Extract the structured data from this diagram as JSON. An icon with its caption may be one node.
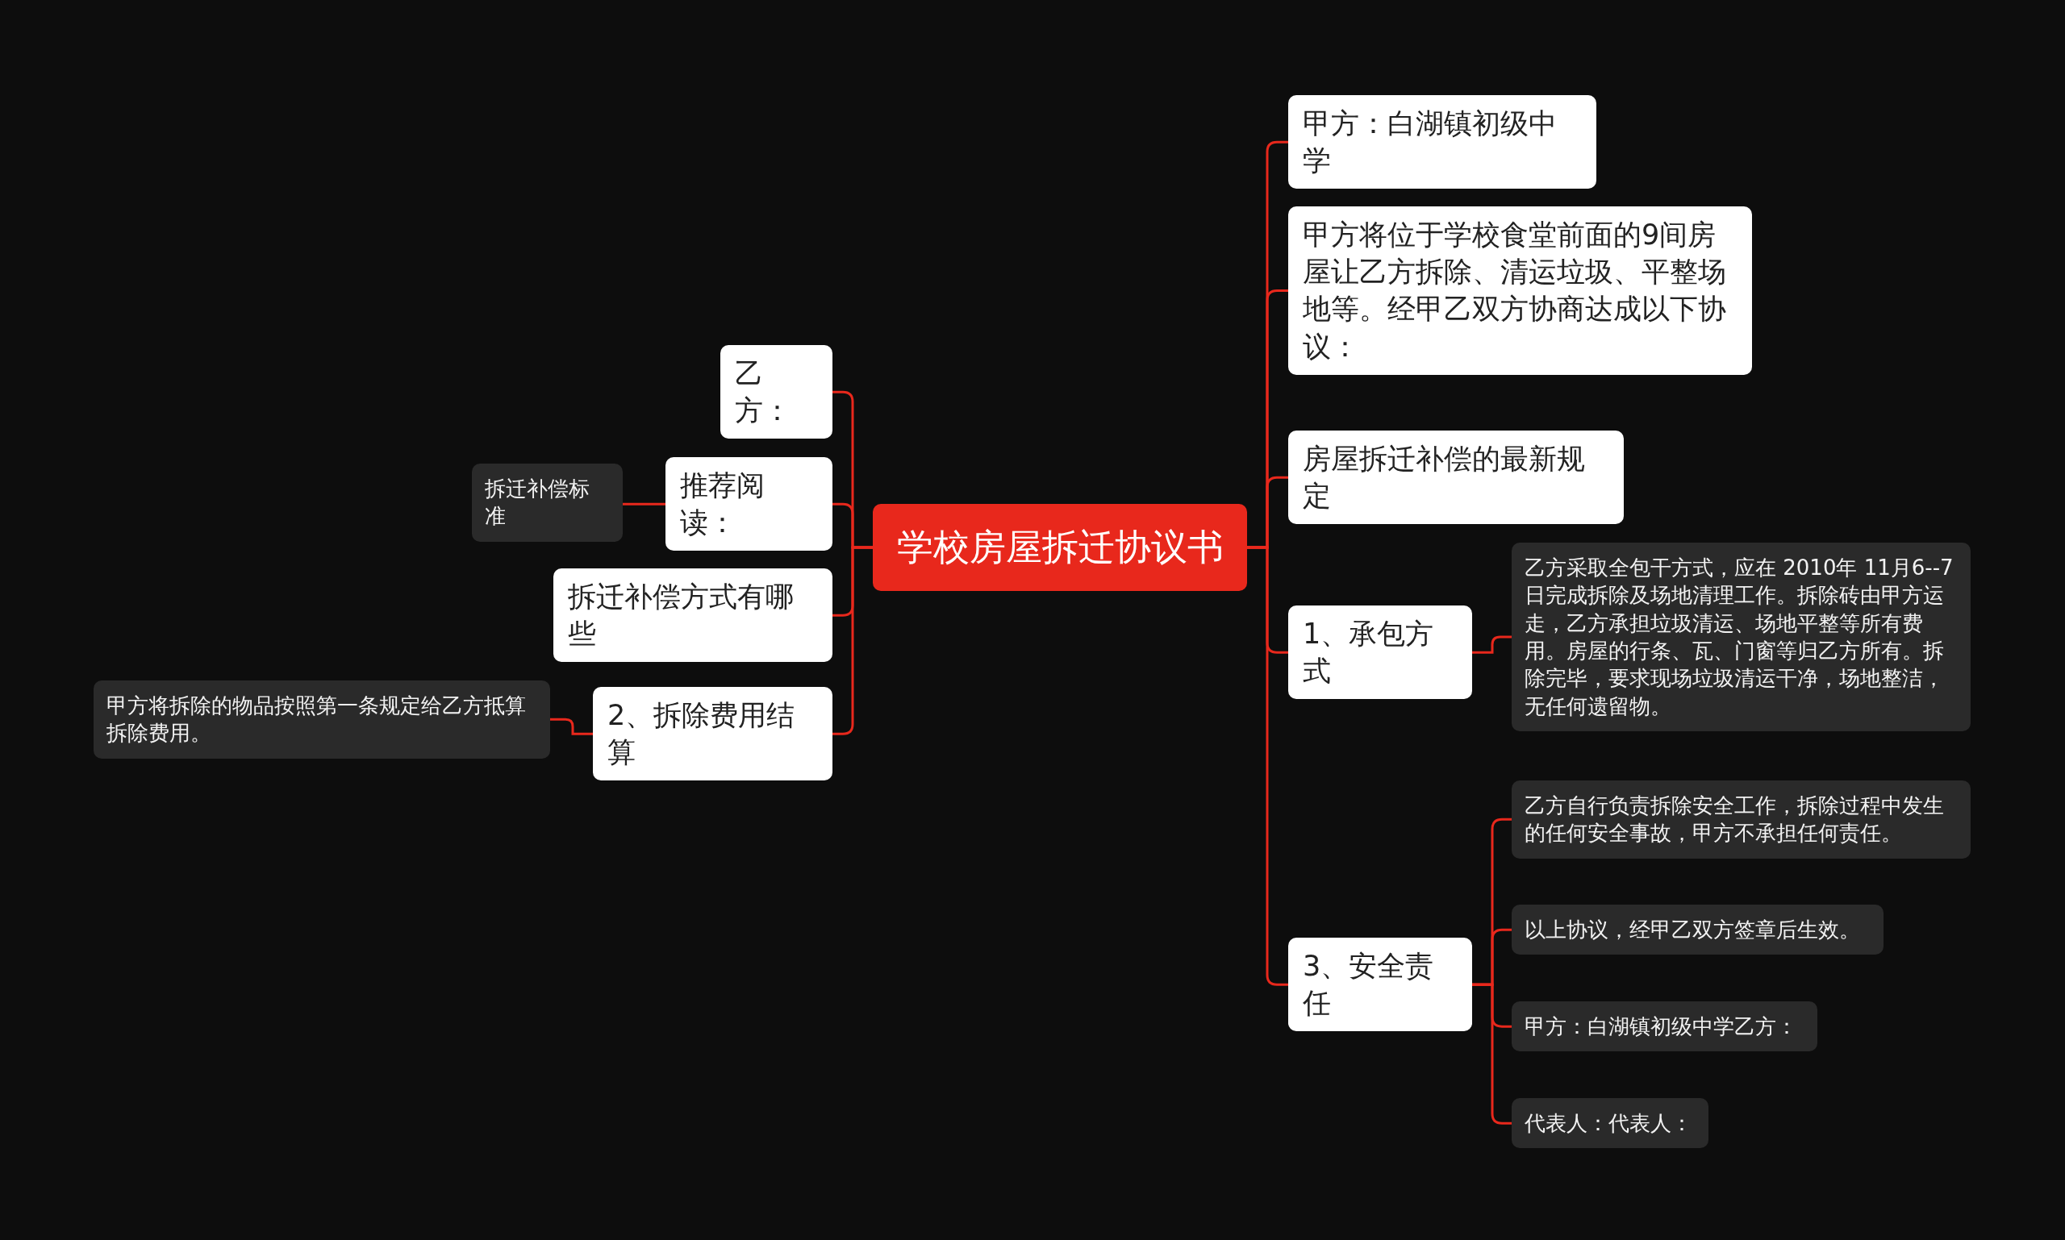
{
  "diagram": {
    "nodes": [
      {
        "text": [
          "学校房屋拆迁协议书"
        ]
      },
      {
        "text": [
          "甲方：白湖镇初级中学"
        ]
      },
      {
        "text": [
          "甲方将位于学校食堂前面的9间房屋让乙方拆除、清运垃圾、平整场地等。经甲乙双方协商达成以下协议："
        ]
      },
      {
        "text": [
          "房屋拆迁补偿的最新规定"
        ]
      },
      {
        "text": [
          "1、承包方式"
        ]
      },
      {
        "text": [
          "乙方采取全包干方式，应在 2010年 11月6--7日完成拆除及场地清理工作。拆除砖由甲方运走，乙方承担垃圾清运、场地平整等所有费用。房屋的行条、瓦、门窗等归乙方所有。拆除完毕，要求现场垃圾清运干净，场地整洁，无任何遗留物。"
        ]
      },
      {
        "text": [
          "3、安全责任"
        ]
      },
      {
        "text": [
          "乙方自行负责拆除安全工作，拆除过程中发生的任何安全事故，甲方不承担任何责任。"
        ]
      },
      {
        "text": [
          "以上协议，经甲乙双方签章后生效。"
        ]
      },
      {
        "text": [
          "甲方：白湖镇初级中学乙方："
        ]
      },
      {
        "text": [
          "代表人：代表人："
        ]
      },
      {
        "text": [
          "乙方："
        ]
      },
      {
        "text": [
          "推荐阅读："
        ]
      },
      {
        "text": [
          "拆迁补偿标准"
        ]
      },
      {
        "text": [
          "拆迁补偿方式有哪些"
        ]
      },
      {
        "text": [
          "2、拆除费用结算"
        ]
      },
      {
        "text": [
          "甲方将拆除的物品按照第一条规定给乙方抵算拆除费用。"
        ]
      }
    ],
    "edges": [
      {
        "from": 0,
        "to": 1,
        "arrow": "none"
      },
      {
        "from": 0,
        "to": 2,
        "arrow": "none"
      },
      {
        "from": 0,
        "to": 3,
        "arrow": "none"
      },
      {
        "from": 0,
        "to": 4,
        "arrow": "none"
      },
      {
        "from": 4,
        "to": 5,
        "arrow": "none"
      },
      {
        "from": 0,
        "to": 6,
        "arrow": "none"
      },
      {
        "from": 6,
        "to": 7,
        "arrow": "none"
      },
      {
        "from": 6,
        "to": 8,
        "arrow": "none"
      },
      {
        "from": 6,
        "to": 9,
        "arrow": "none"
      },
      {
        "from": 6,
        "to": 10,
        "arrow": "none"
      },
      {
        "from": 0,
        "to": 11,
        "arrow": "none"
      },
      {
        "from": 0,
        "to": 12,
        "arrow": "none"
      },
      {
        "from": 12,
        "to": 13,
        "arrow": "none"
      },
      {
        "from": 0,
        "to": 14,
        "arrow": "none"
      },
      {
        "from": 0,
        "to": 15,
        "arrow": "none"
      },
      {
        "from": 15,
        "to": 16,
        "arrow": "none"
      }
    ]
  }
}
